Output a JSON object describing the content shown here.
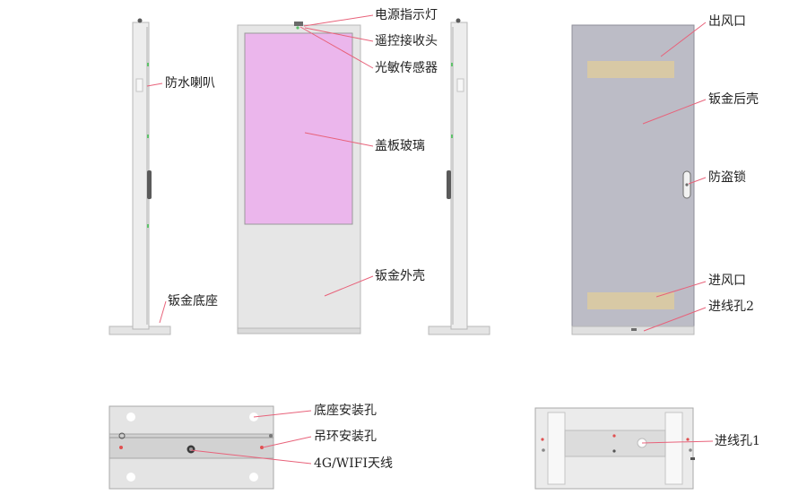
{
  "labels": {
    "power_indicator": "电源指示灯",
    "remote_receiver": "遥控接收头",
    "light_sensor": "光敏传感器",
    "cover_glass": "盖板玻璃",
    "sheet_metal_shell": "钣金外壳",
    "waterproof_speaker": "防水喇叭",
    "sheet_metal_base": "钣金底座",
    "air_outlet": "出风口",
    "sheet_metal_back": "钣金后壳",
    "anti_theft_lock": "防盗锁",
    "air_inlet": "进风口",
    "cable_hole_2": "进线孔2",
    "base_mount_holes": "底座安装孔",
    "lifting_ring_holes": "吊环安装孔",
    "antenna": "4G/WIFI天线",
    "cable_hole_1": "进线孔1"
  },
  "colors": {
    "panel": "#e6e6e6",
    "panel_edge": "#b8b8b8",
    "glass": "#ebb6ec",
    "back_shell": "#bcbcc6",
    "vent": "#d8c9a5",
    "leader": "#e8627a",
    "indicator_green": "#5ec26a"
  }
}
